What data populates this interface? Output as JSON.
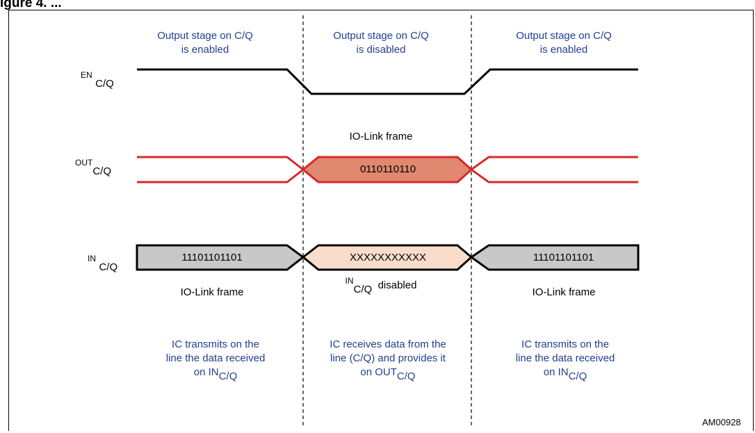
{
  "caption": "igure 4. ...",
  "top_labels": [
    {
      "line1": "Output stage on C/Q",
      "line2": "is enabled"
    },
    {
      "line1": "Output stage on C/Q",
      "line2": "is disabled"
    },
    {
      "line1": "Output stage on C/Q",
      "line2": "is enabled"
    }
  ],
  "signals": {
    "en": {
      "main": "EN",
      "sub": "C/Q"
    },
    "out": {
      "main": "OUT",
      "sub": "C/Q"
    },
    "in": {
      "main": "IN",
      "sub": "C/Q"
    }
  },
  "out_frame_label": "IO-Link frame",
  "out_data": "0110110110",
  "in_data_left": "11101101101",
  "in_data_mid": "XXXXXXXXXXX",
  "in_data_right": "11101101101",
  "in_frame_left": "IO-Link frame",
  "in_disabled": {
    "main": "IN",
    "sub": "C/Q",
    "rest": "disabled"
  },
  "in_frame_right": "IO-Link frame",
  "bottom_notes": {
    "left": {
      "line1": "IC  transmits  on  the",
      "line2": "line the data received",
      "line3_pre": "on IN",
      "line3_sub": "C/Q"
    },
    "mid": {
      "line1": "IC receives data from the",
      "line2": "line (C/Q) and provides it",
      "line3_pre": "on OUT",
      "line3_sub": "C/Q"
    },
    "right": {
      "line1": "IC  transmits  on  the",
      "line2": "line the data received",
      "line3_pre": "on IN",
      "line3_sub": "C/Q"
    }
  },
  "figure_id": "AM00928",
  "colors": {
    "out_line": "#d42a2a",
    "out_fill": "#e08870",
    "in_mid_fill": "#f9dcca",
    "in_side_fill": "#c8c8c8",
    "text_blue": "#1f3f8f"
  }
}
